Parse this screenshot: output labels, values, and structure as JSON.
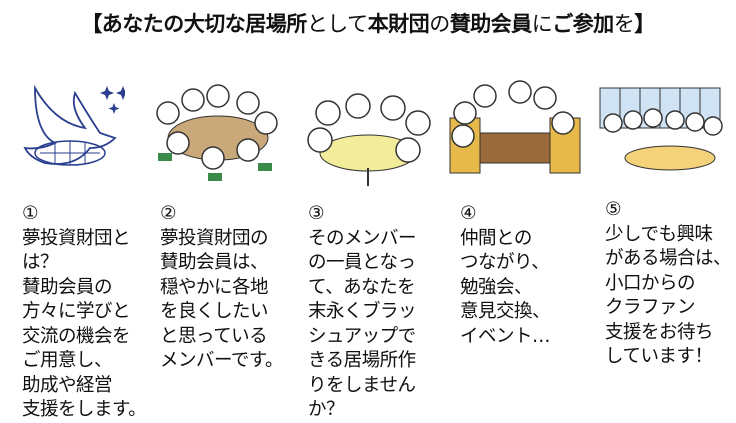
{
  "title": {
    "parts": [
      {
        "text": "【あなたの大切な居場所",
        "bold": true
      },
      {
        "text": "として",
        "bold": false
      },
      {
        "text": "本財団",
        "bold": true
      },
      {
        "text": "の",
        "bold": false
      },
      {
        "text": "賛助会員",
        "bold": true
      },
      {
        "text": "に",
        "bold": false
      },
      {
        "text": "ご参加",
        "bold": true
      },
      {
        "text": "を",
        "bold": false
      },
      {
        "text": "】",
        "bold": true
      }
    ]
  },
  "columns": [
    {
      "num": "①",
      "icon": "bird-turtle-illustration",
      "text": "夢投資財団と\nは？\n賛助会員の\n方々に学びと\n交流の機会を\nご用意し、\n助成や経営\n支援をします。"
    },
    {
      "num": "②",
      "icon": "meeting-table-illustration",
      "text": "夢投資財団の\n賛助会員は、\n穏やかに各地\nを良くしたい\nと思っている\nメンバーです。"
    },
    {
      "num": "③",
      "icon": "round-table-chat-illustration",
      "text": "そのメンバー\nの一員となっ\nて、あなたを\n末永くブラッ\nシュアップで\nきる居場所作\nりをしません\nか？"
    },
    {
      "num": "④",
      "icon": "dinner-party-illustration",
      "text": "仲間との\nつながり、\n勉強会、\n意見交換、\nイベント…"
    },
    {
      "num": "⑤",
      "icon": "seminar-room-illustration",
      "text": "少しでも興味\nがある場合は、\n小口からの\nクラファン\n支援をお待ち\nしています！"
    }
  ],
  "colors": {
    "bird": "#2a3f8f",
    "table": "#e8dc8a",
    "chair": "#3a8a4a",
    "sofa": "#e6b94a"
  }
}
